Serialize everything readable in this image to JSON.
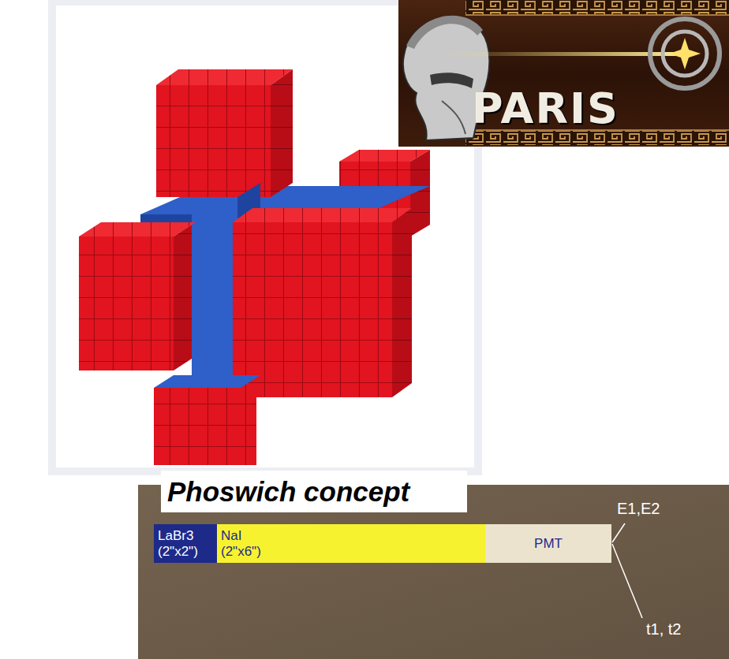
{
  "diagram": {
    "nodes": [
      {
        "text": [
          "LaBr3 (2\"x2\")"
        ]
      },
      {
        "text": [
          "NaI (2\"x6\")"
        ]
      },
      {
        "text": [
          "PMT"
        ]
      }
    ],
    "labels": [
      "PARIS",
      "Phoswich concept",
      "E1,E2",
      "t1, t2"
    ]
  }
}
